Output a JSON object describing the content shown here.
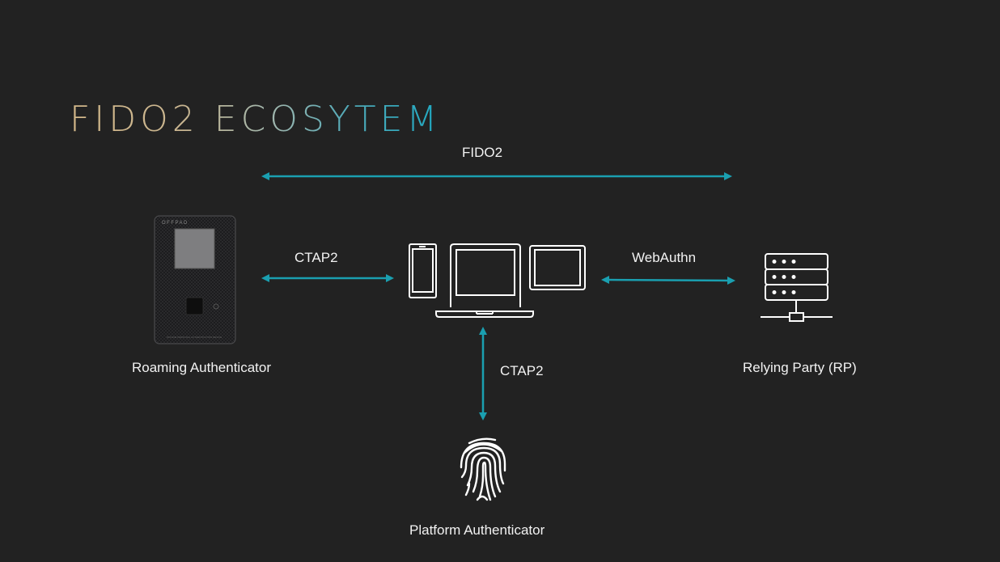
{
  "slide": {
    "title": "FIDO2 ECOSYTEM",
    "background_color": "#222222",
    "accent_color": "#1a9fb0"
  },
  "connections": {
    "fido2": {
      "label": "FIDO2",
      "from": "roaming-authenticator",
      "to": "relying-party"
    },
    "ctap2_roaming": {
      "label": "CTAP2",
      "from": "roaming-authenticator",
      "to": "client-devices"
    },
    "webauthn": {
      "label": "WebAuthn",
      "from": "client-devices",
      "to": "relying-party"
    },
    "ctap2_platform": {
      "label": "CTAP2",
      "from": "client-devices",
      "to": "platform-authenticator"
    }
  },
  "nodes": {
    "roaming": {
      "caption": "Roaming Authenticator",
      "device_brand": "OFFPAD",
      "device_tagline": "OFFLINE PERSONAL AUTHENTICATION DEVICE",
      "icon": "offpad-device"
    },
    "client": {
      "icon": "phone-laptop-tablet-icon"
    },
    "relying_party": {
      "caption": "Relying Party (RP)",
      "icon": "server-icon"
    },
    "platform": {
      "caption": "Platform Authenticator",
      "icon": "fingerprint-icon"
    }
  }
}
